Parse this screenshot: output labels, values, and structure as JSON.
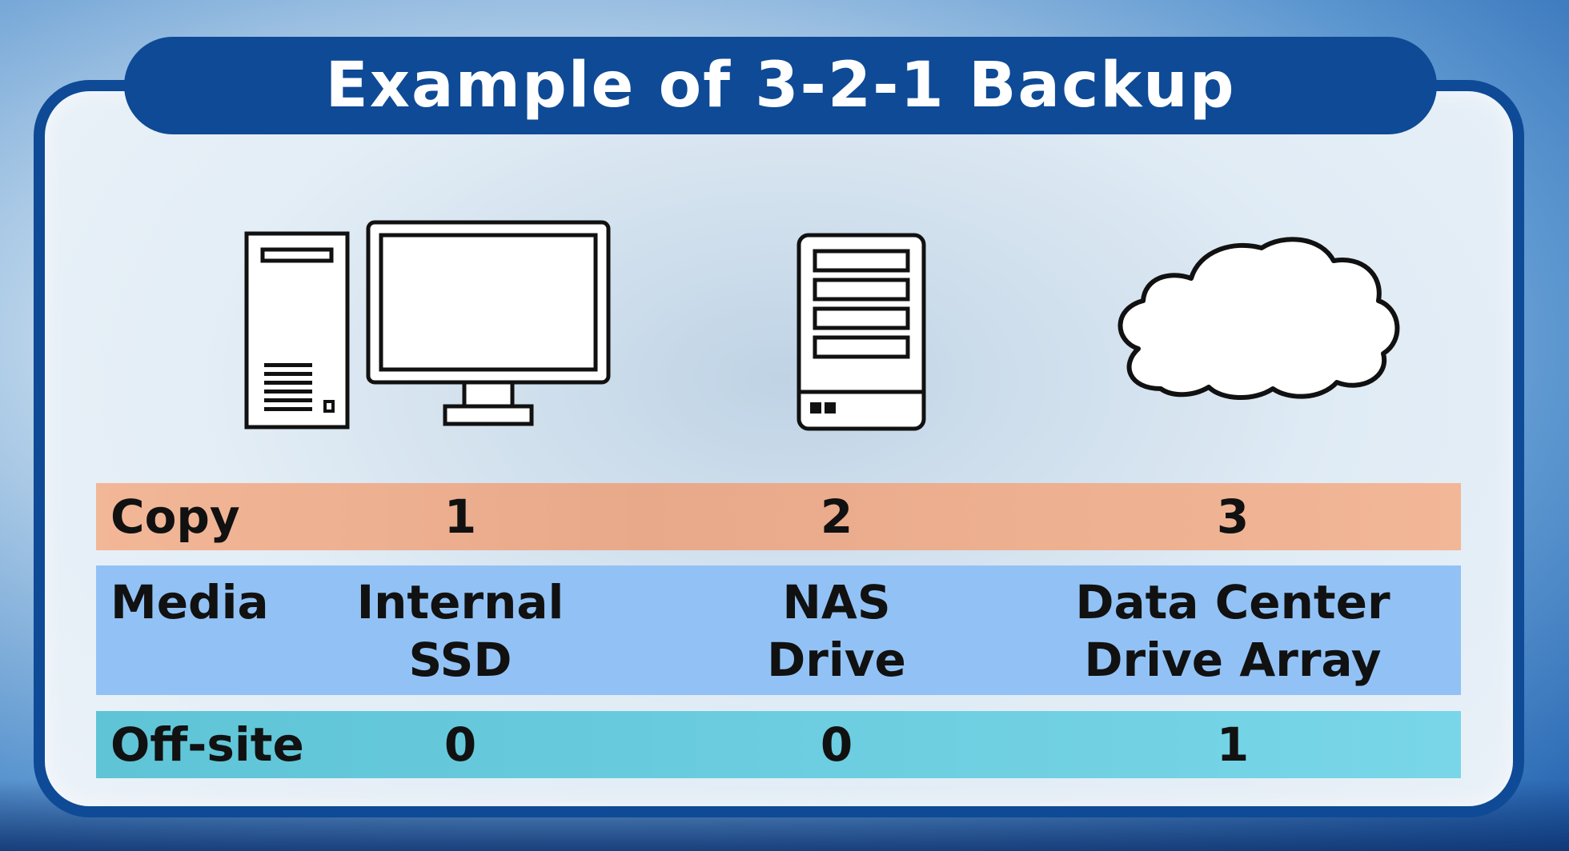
{
  "title": "Example of 3-2-1 Backup",
  "icons": [
    "desktop-computer-icon",
    "nas-server-icon",
    "cloud-icon"
  ],
  "table": {
    "copy": {
      "label": "Copy",
      "values": [
        "1",
        "2",
        "3"
      ]
    },
    "media": {
      "label": "Media",
      "values": [
        [
          "Internal",
          "SSD"
        ],
        [
          "NAS",
          "Drive"
        ],
        [
          "Data Center",
          "Drive Array"
        ]
      ]
    },
    "offsite": {
      "label": "Off-site",
      "values": [
        "0",
        "0",
        "1"
      ]
    }
  },
  "colors": {
    "frame": "#0e4a96",
    "copy_row": "#f2b797",
    "media_row": "#92c2f5",
    "offsite_row": "#6ccfe0"
  }
}
